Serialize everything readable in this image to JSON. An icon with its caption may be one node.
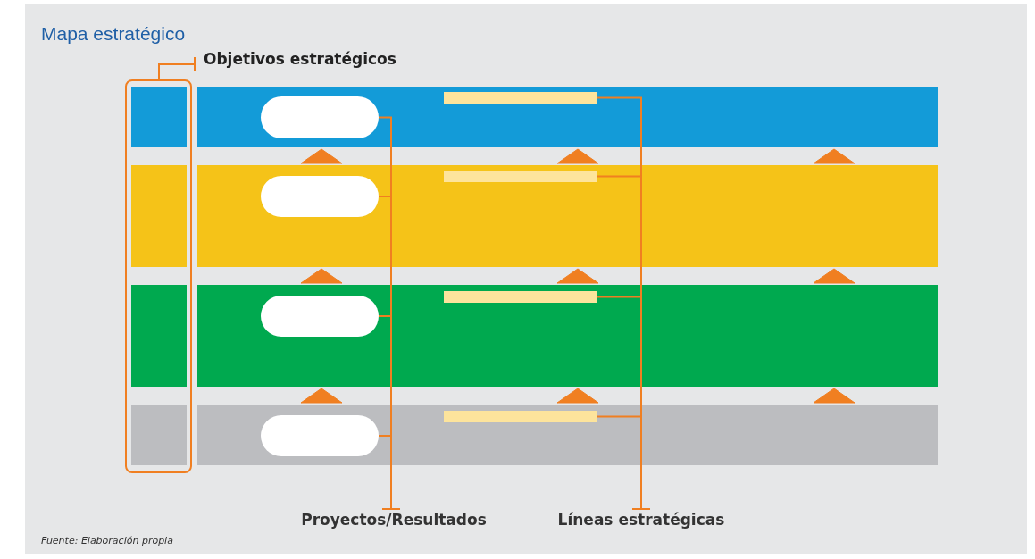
{
  "diagram": {
    "title": "Mapa estratégico",
    "caption": "Fuente: Elaboración propia",
    "nodes": [
      {
        "text": [
          "Objetivos estratégicos"
        ]
      },
      {
        "text": [],
        "shape": "box",
        "in": 0
      },
      {
        "text": [],
        "shape": "box",
        "in": 0
      },
      {
        "text": [],
        "shape": "box",
        "in": 0
      },
      {
        "text": [],
        "shape": "box",
        "in": 0
      },
      {
        "text": [],
        "shape": "bar"
      },
      {
        "text": [],
        "shape": "box",
        "in": 5
      },
      {
        "text": [],
        "shape": "bar",
        "in": 5
      },
      {
        "text": [],
        "shape": "bar"
      },
      {
        "text": [],
        "shape": "box",
        "in": 8
      },
      {
        "text": [],
        "shape": "bar",
        "in": 8
      },
      {
        "text": [],
        "shape": "bar"
      },
      {
        "text": [],
        "shape": "box",
        "in": 11
      },
      {
        "text": [],
        "shape": "bar",
        "in": 11
      },
      {
        "text": [],
        "shape": "bar"
      },
      {
        "text": [],
        "shape": "box",
        "in": 14
      },
      {
        "text": [],
        "shape": "bar",
        "in": 14
      },
      {
        "text": [
          "Proyectos/Resultados"
        ]
      },
      {
        "text": [
          "Líneas estratégicas"
        ]
      }
    ],
    "edges": [
      {
        "from": 6,
        "to": 17,
        "arrow": "other"
      },
      {
        "from": 9,
        "to": 17,
        "arrow": "other"
      },
      {
        "from": 12,
        "to": 17,
        "arrow": "other"
      },
      {
        "from": 15,
        "to": 17,
        "arrow": "other"
      },
      {
        "from": 7,
        "to": 18,
        "arrow": "other"
      },
      {
        "from": 10,
        "to": 18,
        "arrow": "other"
      },
      {
        "from": 13,
        "to": 18,
        "arrow": "other"
      },
      {
        "from": 16,
        "to": 18,
        "arrow": "other"
      },
      {
        "from": 8,
        "to": 5,
        "arrow": "to"
      },
      {
        "from": 8,
        "to": 5,
        "arrow": "to"
      },
      {
        "from": 8,
        "to": 5,
        "arrow": "to"
      },
      {
        "from": 11,
        "to": 8,
        "arrow": "to"
      },
      {
        "from": 11,
        "to": 8,
        "arrow": "to"
      },
      {
        "from": 11,
        "to": 8,
        "arrow": "to"
      },
      {
        "from": 14,
        "to": 11,
        "arrow": "to"
      },
      {
        "from": 14,
        "to": 11,
        "arrow": "to"
      },
      {
        "from": 14,
        "to": 11,
        "arrow": "to"
      }
    ]
  }
}
